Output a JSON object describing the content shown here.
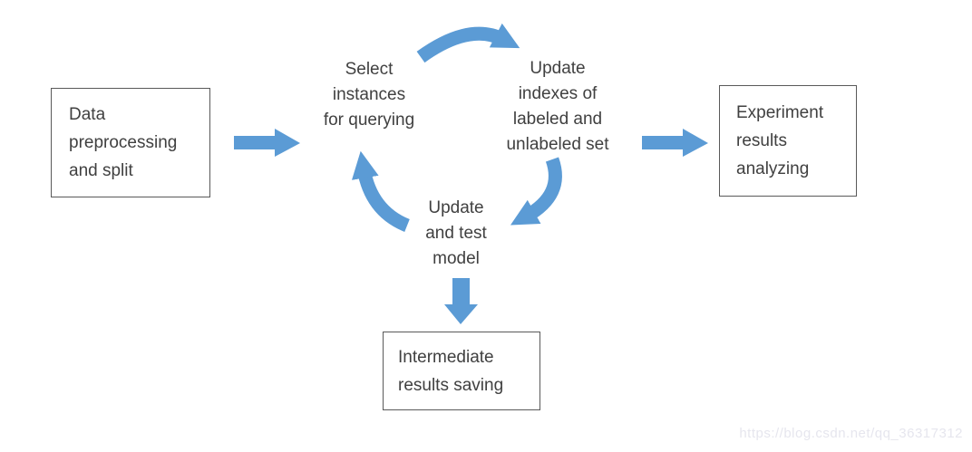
{
  "colors": {
    "arrow": "#5B9BD5",
    "text": "#404040",
    "box_border": "#595959",
    "watermark": "#e6e6ee"
  },
  "diagram": {
    "boxes": {
      "data_preprocessing": {
        "lines": [
          "Data",
          "preprocessing",
          "and split"
        ]
      },
      "experiment_results": {
        "lines": [
          "Experiment",
          "results",
          "analyzing"
        ]
      },
      "intermediate_results": {
        "lines": [
          "Intermediate",
          "results saving"
        ]
      }
    },
    "cycle": {
      "select_instances": {
        "lines": [
          "Select",
          "instances",
          "for querying"
        ]
      },
      "update_indexes": {
        "lines": [
          "Update",
          "indexes of",
          "labeled and",
          "unlabeled set"
        ]
      },
      "update_model": {
        "lines": [
          "Update",
          "and test",
          "model"
        ]
      }
    },
    "watermark": "https://blog.csdn.net/qq_36317312"
  }
}
